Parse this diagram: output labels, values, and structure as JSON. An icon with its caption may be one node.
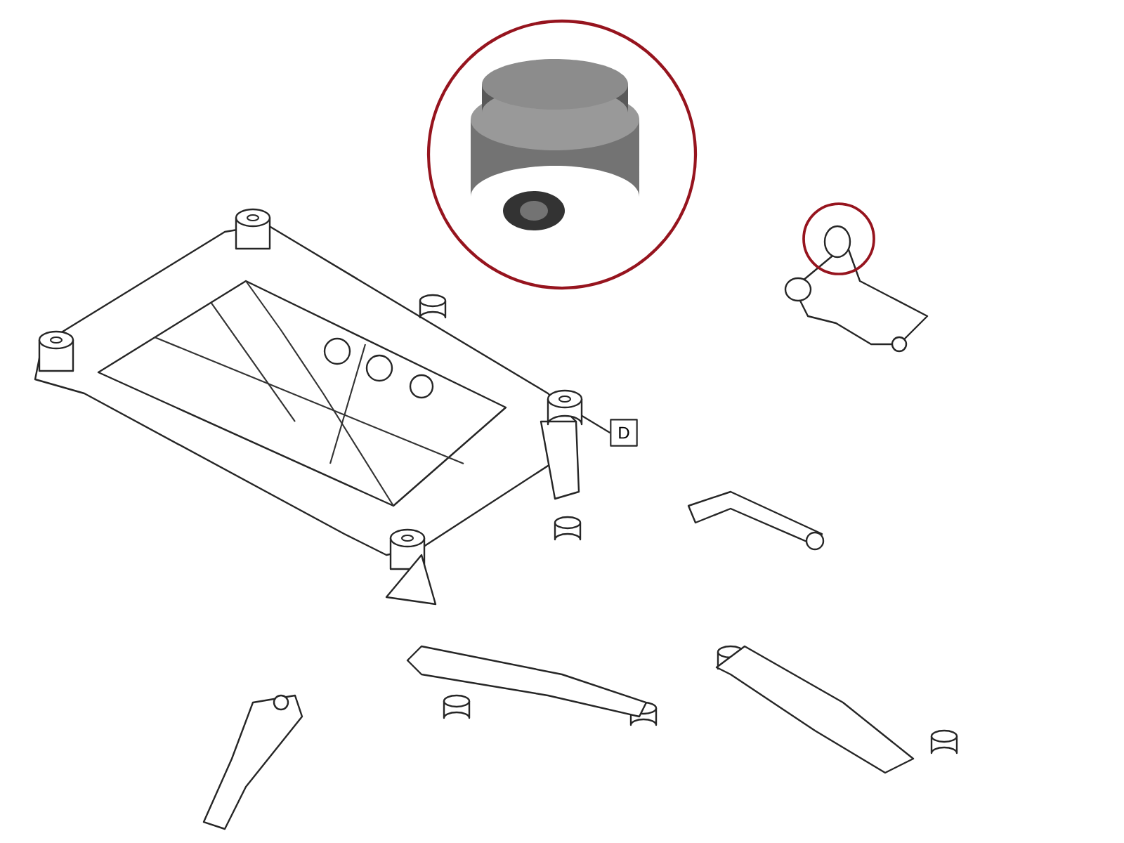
{
  "diagram": {
    "nodes": [
      {
        "text": [
          "D"
        ]
      },
      {
        "text": [],
        "shape": "cylinder"
      }
    ],
    "edges": [
      {
        "from": 0,
        "to": 1,
        "arrow": "none"
      }
    ]
  }
}
